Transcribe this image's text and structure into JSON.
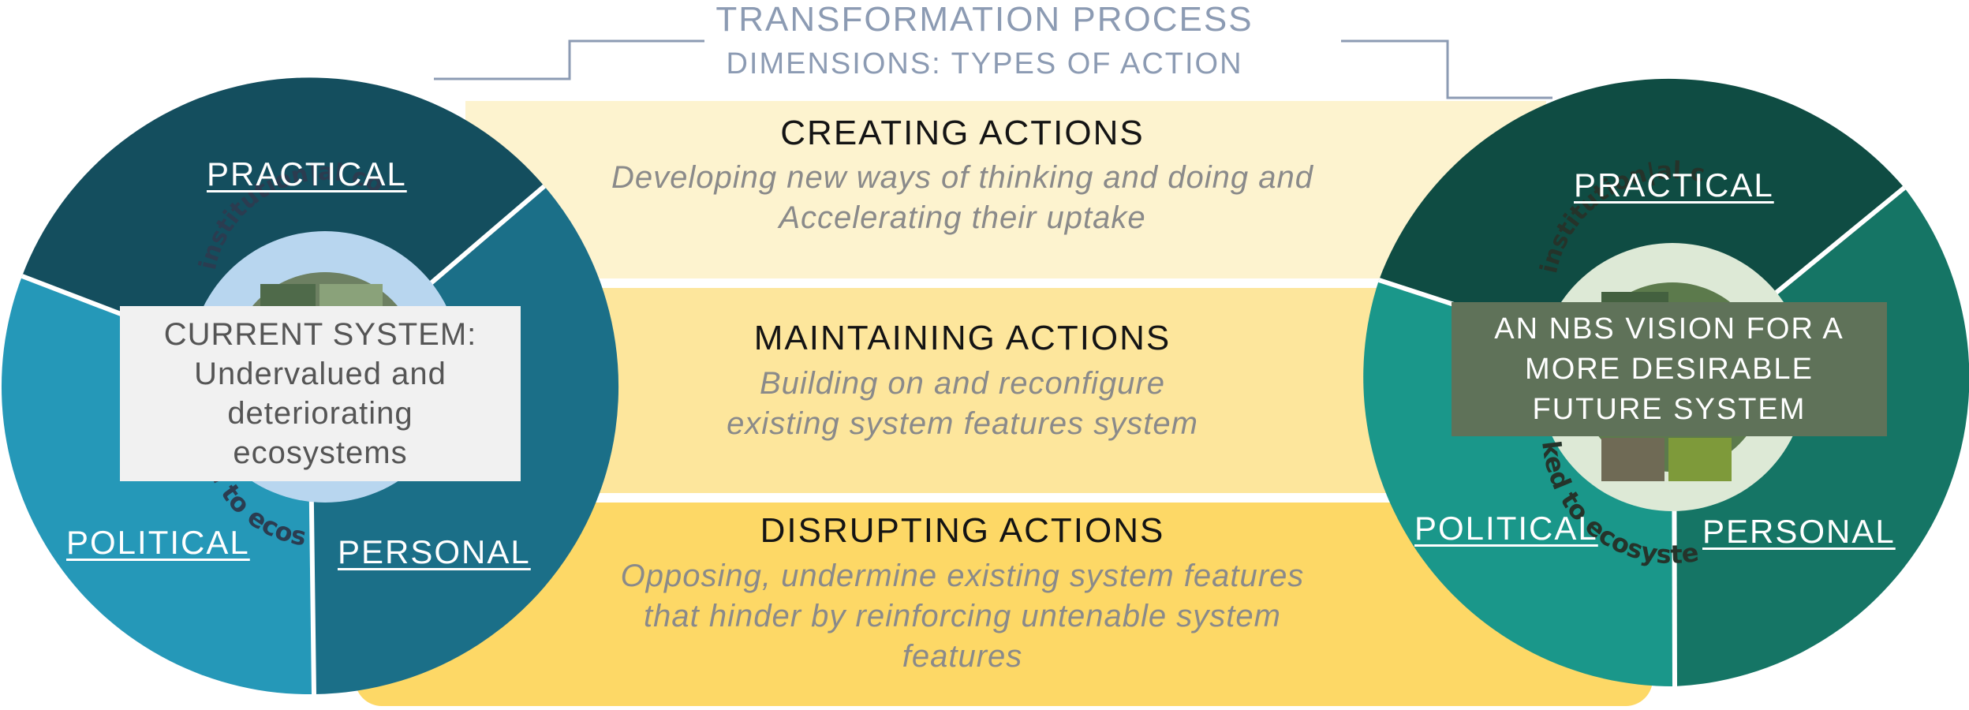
{
  "header": {
    "title": "TRANSFORMATION PROCESS",
    "subtitle": "DIMENSIONS: TYPES OF ACTION"
  },
  "bands": [
    {
      "title": "CREATING ACTIONS",
      "lines": [
        "Developing new ways of thinking and doing and",
        "Accelerating their uptake"
      ],
      "color": "#fdf3cf"
    },
    {
      "title": "MAINTAINING ACTIONS",
      "lines": [
        "Building on and reconfigure",
        "existing system features system"
      ],
      "color": "#fde69c"
    },
    {
      "title": "DISRUPTING ACTIONS",
      "lines": [
        "Opposing, undermine existing system features",
        "that  hinder by reinforcing untenable  system",
        "features"
      ],
      "color": "#fdd866"
    }
  ],
  "current_system": {
    "segments": {
      "practical": "PRACTICAL",
      "political": "POLITICAL",
      "personal": "PERSONAL"
    },
    "colors": {
      "practical": "#144e5e",
      "political": "#2598b8",
      "personal": "#1b6f88",
      "ring": "#b8d6ef"
    },
    "ring_text": "institution|al co",
    "ring_text_bottom": "d to ecos",
    "box_lines": [
      "CURRENT SYSTEM:",
      "Undervalued and",
      "deteriorating",
      "ecosystems"
    ]
  },
  "future_system": {
    "segments": {
      "practical": "PRACTICAL",
      "political": "POLITICAL",
      "personal": "PERSONAL"
    },
    "colors": {
      "practical": "#0f4c43",
      "political": "#1a978a",
      "personal": "#157565",
      "ring": "#dde9d6"
    },
    "ring_text": "institution|al c",
    "ring_text_bottom": "ked to ecosyste",
    "box_lines": [
      "AN NBS VISION FOR A",
      "MORE DESIRABLE",
      "FUTURE SYSTEM"
    ],
    "box_color": "#5f7259"
  }
}
